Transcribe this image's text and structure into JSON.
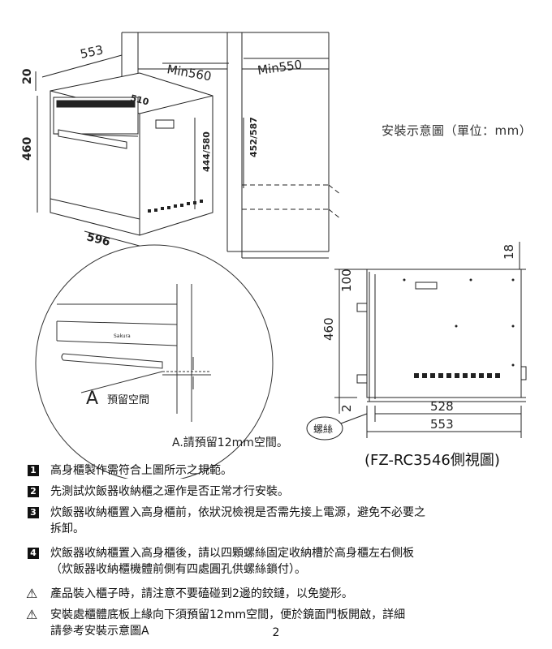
{
  "install_caption": "安裝示意圖（單位：mm）",
  "model_caption": "(FZ-RC3546側視圖)",
  "cabinet_diagram": {
    "dim_553": "553",
    "dim_min560": "Min560",
    "dim_min550": "Min550",
    "dim_20": "20",
    "dim_460": "460",
    "dim_510": "510",
    "dim_444_580": "444/580",
    "dim_452_587": "452/587",
    "dim_596": "596"
  },
  "detail_diagram": {
    "label_a": "A",
    "label_reserved": "預留空間",
    "brand": "Sakura",
    "note_a": "A.請預留12mm空間。"
  },
  "side_view": {
    "dim_18": "18",
    "dim_100": "100",
    "dim_460": "460",
    "dim_2": "2",
    "dim_528": "528",
    "dim_553": "553",
    "screw_label": "螺絲"
  },
  "notes": [
    {
      "marker": "1",
      "line1": "高身櫃製作需符合上圖所示之規範。",
      "line2": ""
    },
    {
      "marker": "2",
      "line1": "先測試炊飯器收納櫃之運作是否正常才行安裝。",
      "line2": ""
    },
    {
      "marker": "3",
      "line1": "炊飯器收納櫃置入高身櫃前，依狀況檢視是否需先接上電源，避免不必要之",
      "line2": "拆卸。"
    },
    {
      "marker": "4",
      "line1": "炊飯器收納櫃置入高身櫃後，請以四顆螺絲固定收納槽於高身櫃左右側板",
      "line2": "（炊飯器收納櫃機體前側有四處圓孔供螺絲鎖付）。"
    }
  ],
  "warnings": [
    {
      "symbol": "⚠",
      "line1": "產品裝入櫃子時，請注意不要磕碰到2邊的鉸鏈，以免變形。",
      "line2": ""
    },
    {
      "symbol": "⚠",
      "line1": "安裝處櫃體底板上緣向下須預留12mm空間，便於鏡面門板開啟，詳細",
      "line2": "請參考安裝示意圖A"
    }
  ],
  "page_number": "2"
}
